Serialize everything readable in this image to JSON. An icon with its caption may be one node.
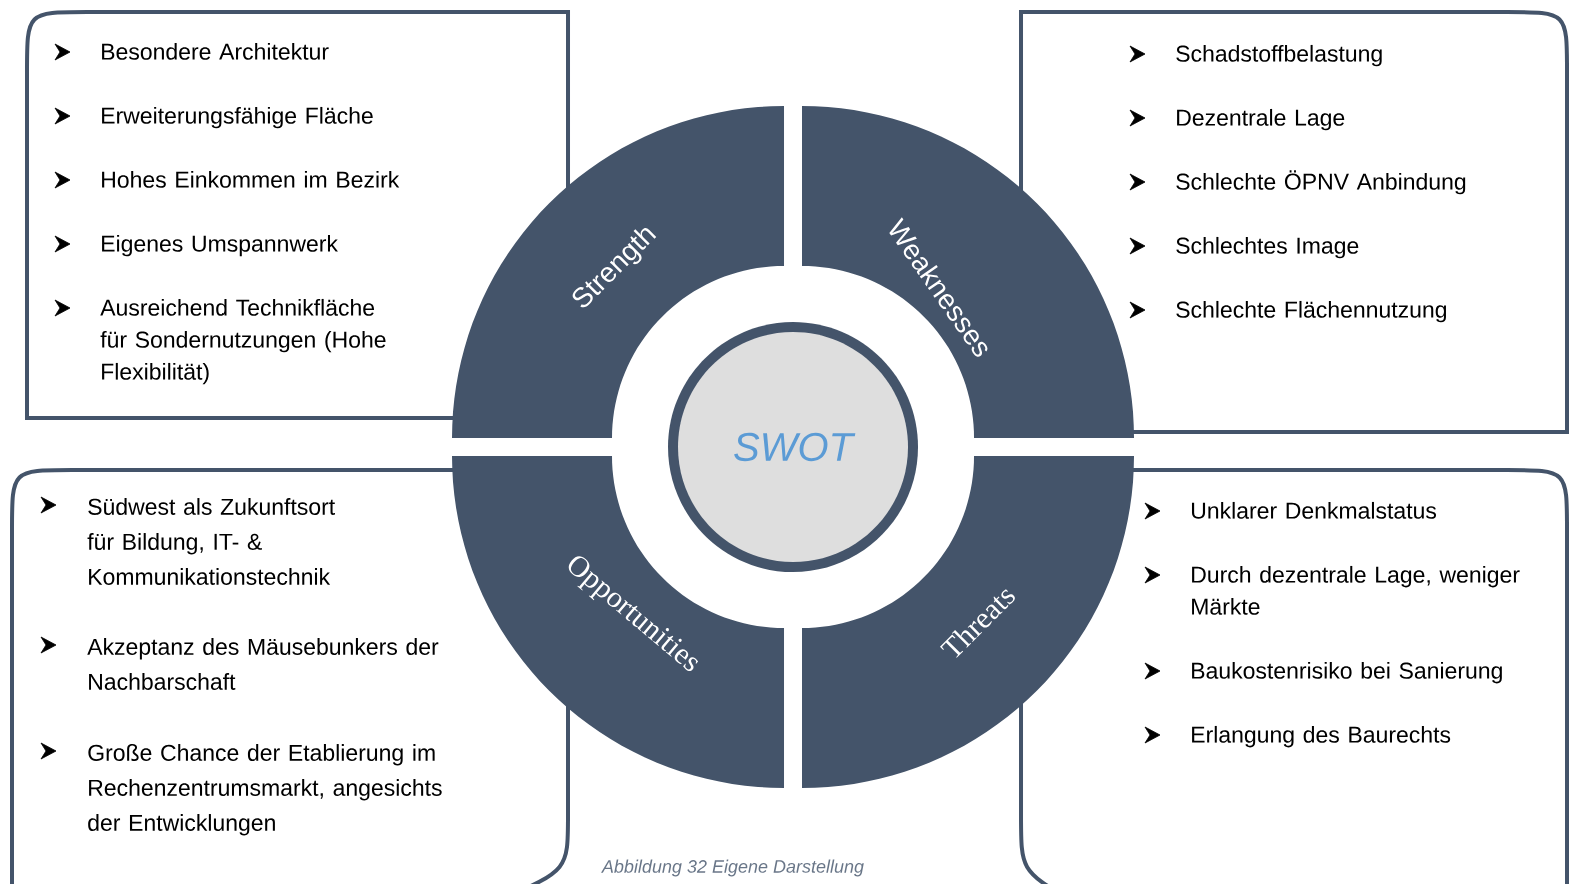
{
  "diagram": {
    "caption": "Abbildung 32 Eigene Darstellung",
    "nodes": [
      {
        "text": [
          "Besondere Architektur",
          "Erweiterungsfähige Fläche",
          "Hohes Einkommen im Bezirk",
          "Eigenes Umspannwerk",
          "Ausreichend Technikfläche für Sondernutzungen (Hohe Flexibilität)"
        ]
      },
      {
        "text": [
          "Schadstoffbelastung",
          "Dezentrale Lage",
          "Schlechte ÖPNV Anbindung",
          "Schlechtes Image",
          "Schlechte Flächennutzung"
        ]
      },
      {
        "text": [
          "Südwest als Zukunftsort für Bildung, IT- & Kommunikationstechnik",
          "Akzeptanz des Mäusebunkers der Nachbarschaft",
          "Große Chance der Etablierung im Rechenzentrumsmarkt, angesichts der Entwicklungen"
        ]
      },
      {
        "text": [
          "Unklarer Denkmalstatus",
          "Durch dezentrale Lage, weniger Märkte",
          "Baukostenrisiko bei Sanierung",
          "Erlangung des Baurechts"
        ]
      },
      {
        "text": [
          "Strength"
        ]
      },
      {
        "text": [
          "Weaknesses"
        ]
      },
      {
        "text": [
          "Opportunities"
        ]
      },
      {
        "text": [
          "Threats"
        ]
      },
      {
        "text": [
          "SWOT"
        ]
      }
    ]
  }
}
